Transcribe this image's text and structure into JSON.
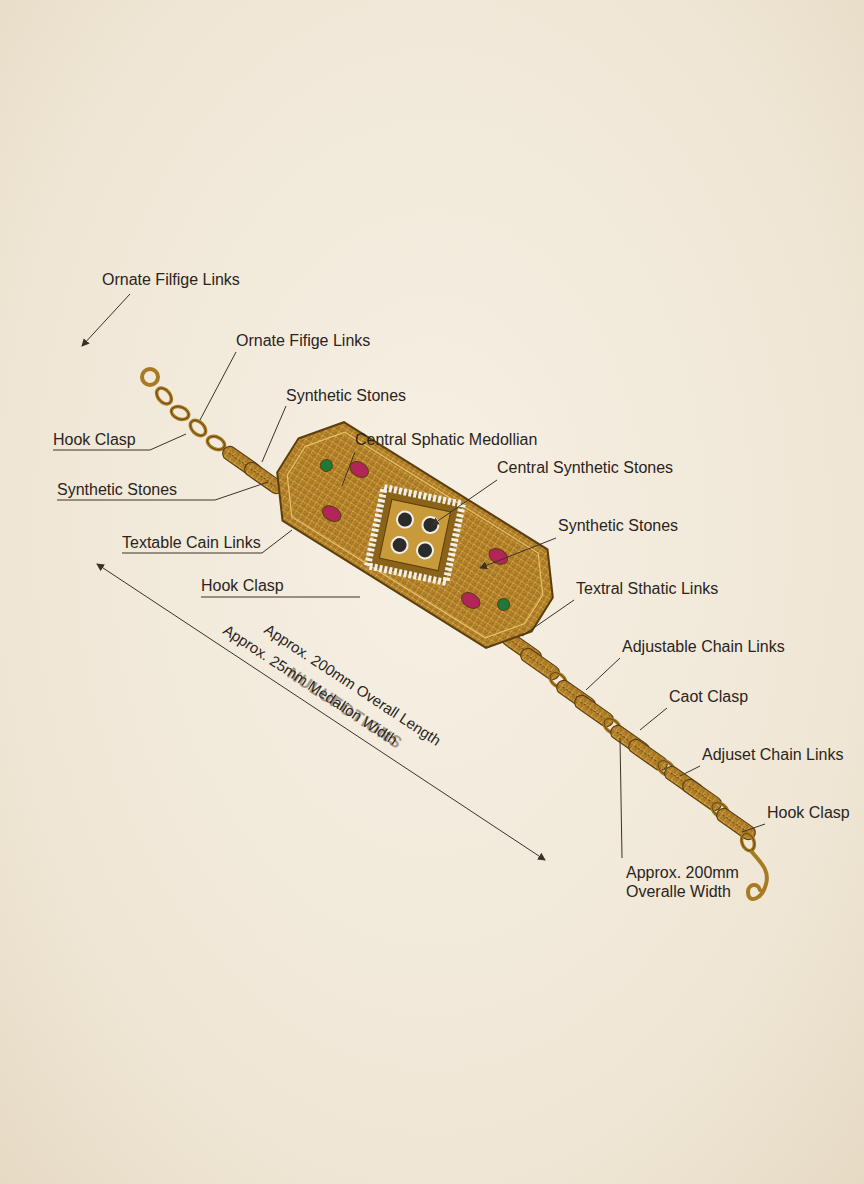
{
  "diagram": {
    "labels": [
      "Ornate Filfige Links",
      "Ornate Fifige Links",
      "Synthetic Stones",
      "Hook Clasp",
      "Central Sphatic Medollian",
      "Central Synthetic Stones",
      "Synthetic Stones",
      "Synthetic Stones",
      "Textable Cain Links",
      "Hook Clasp",
      "Textral Sthatic Links",
      "Adjustable Chain Links",
      "Approx. 200mm Overall Length",
      "Approx. 25mm Medalion Width",
      "Caot Clasp",
      "Adjuset Chain Links",
      "Hook Clasp",
      "Approx. 200mm Overalle Width",
      "NULUFOTIONS"
    ]
  }
}
